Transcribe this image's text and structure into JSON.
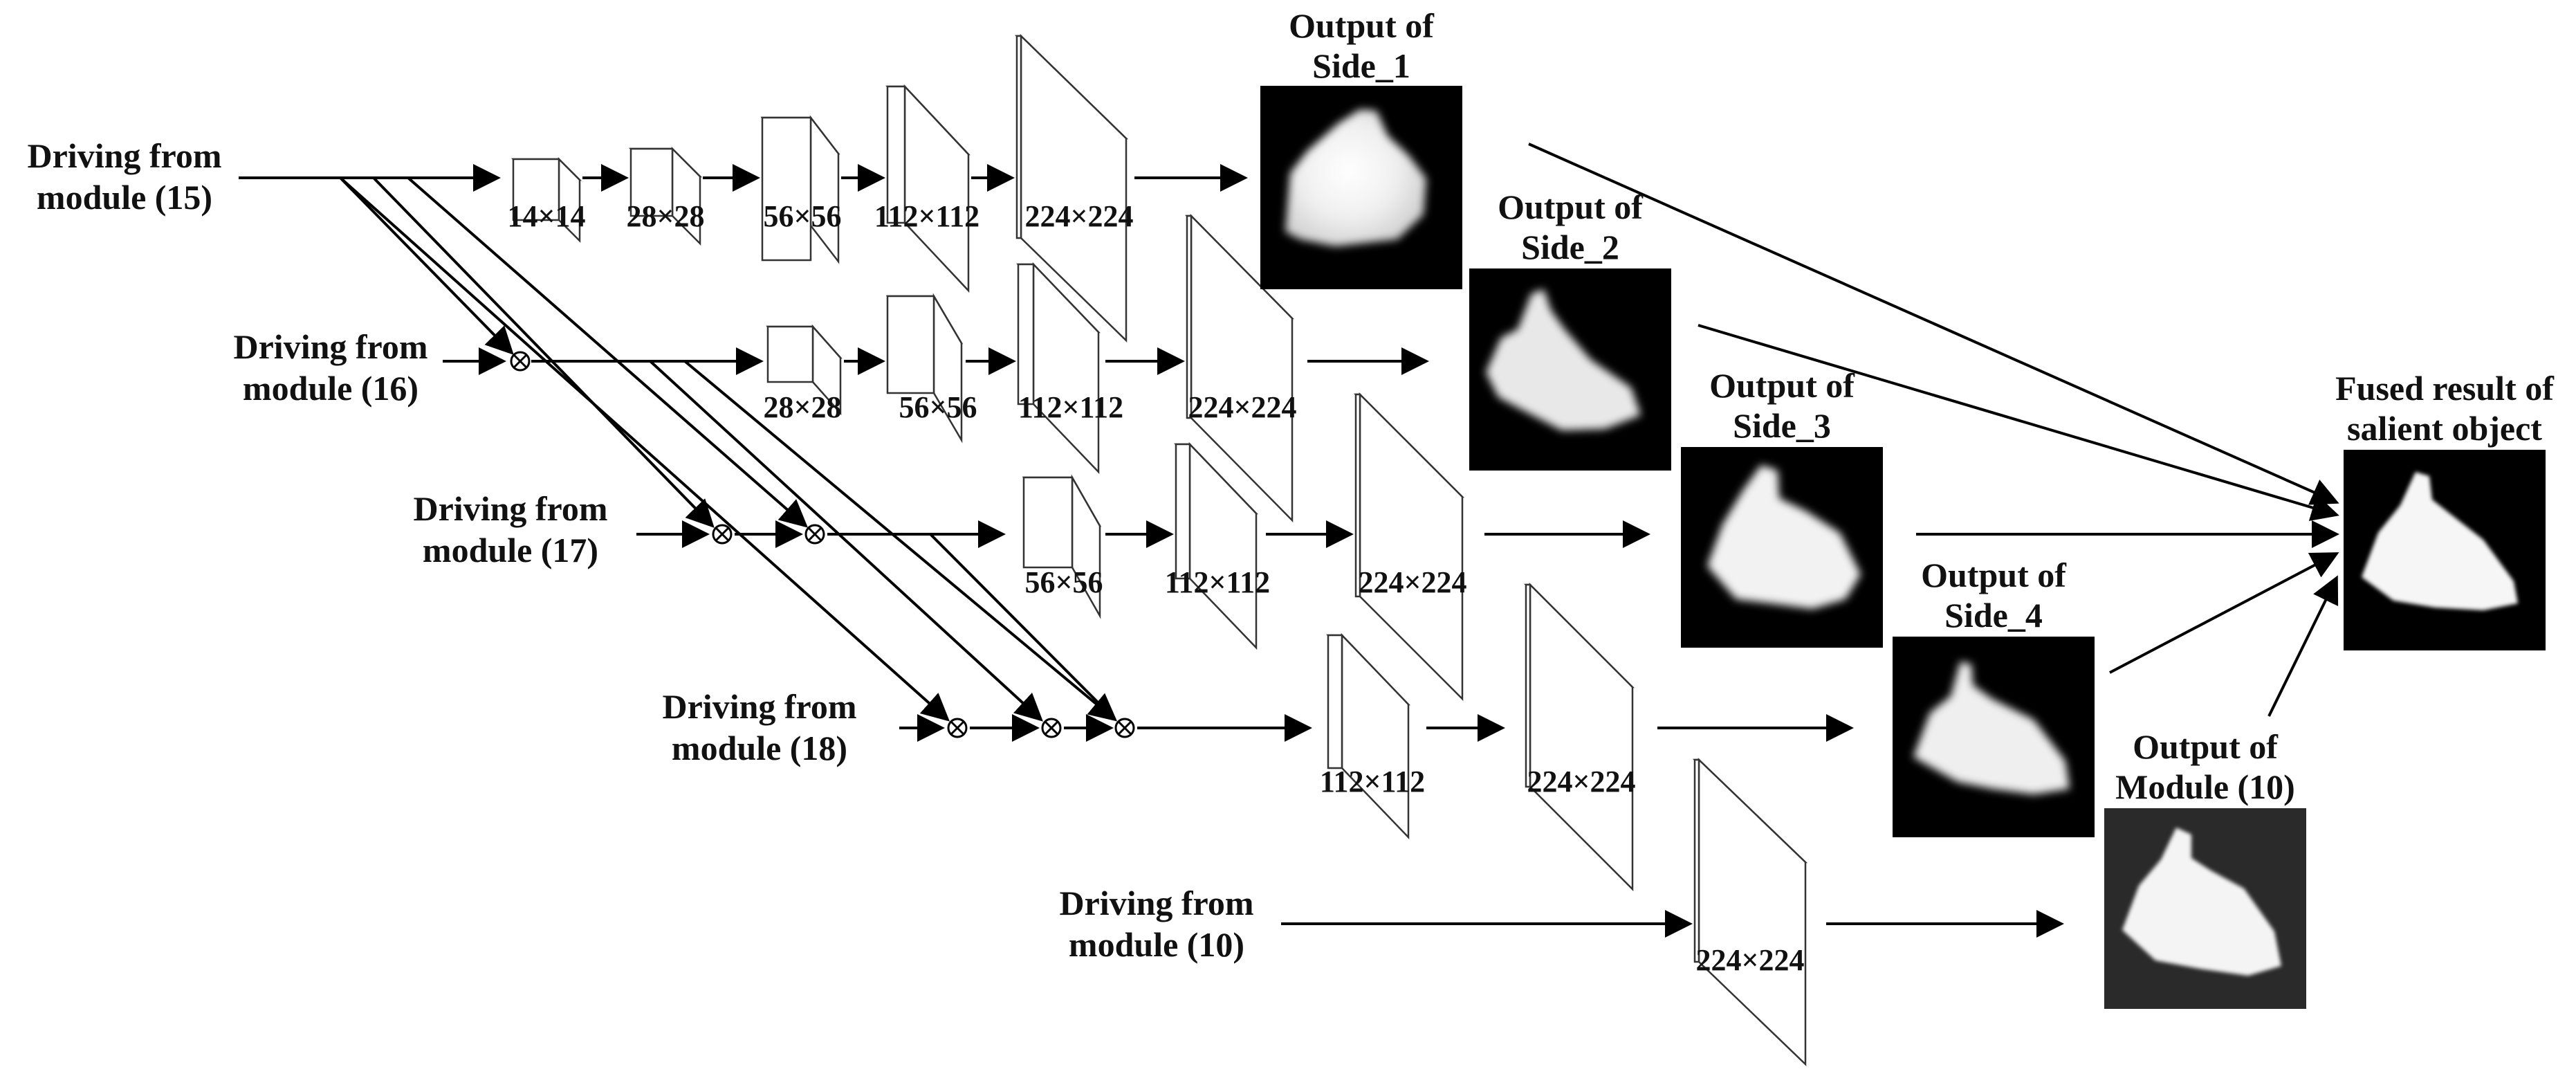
{
  "inputs": {
    "m15": [
      "Driving from",
      "module (15)"
    ],
    "m16": [
      "Driving from",
      "module (16)"
    ],
    "m17": [
      "Driving from",
      "module (17)"
    ],
    "m18": [
      "Driving from",
      "module (18)"
    ],
    "m10": [
      "Driving from",
      "module (10)"
    ]
  },
  "dims": {
    "r1": [
      "14×14",
      "28×28",
      "56×56",
      "112×112",
      "224×224"
    ],
    "r2": [
      "28×28",
      "56×56",
      "112×112",
      "224×224"
    ],
    "r3": [
      "56×56",
      "112×112",
      "224×224"
    ],
    "r4": [
      "112×112",
      "224×224"
    ],
    "r5": [
      "224×224"
    ]
  },
  "outputs": {
    "side1": [
      "Output of",
      "Side_1"
    ],
    "side2": [
      "Output of",
      "Side_2"
    ],
    "side3": [
      "Output of",
      "Side_3"
    ],
    "side4": [
      "Output of",
      "Side_4"
    ],
    "module10": [
      "Output of",
      "Module (10)"
    ],
    "fused": [
      "Fused result of",
      "salient object"
    ]
  },
  "colors": {
    "line": "#000000",
    "image_background": "#000000",
    "object": "#ffffff"
  }
}
